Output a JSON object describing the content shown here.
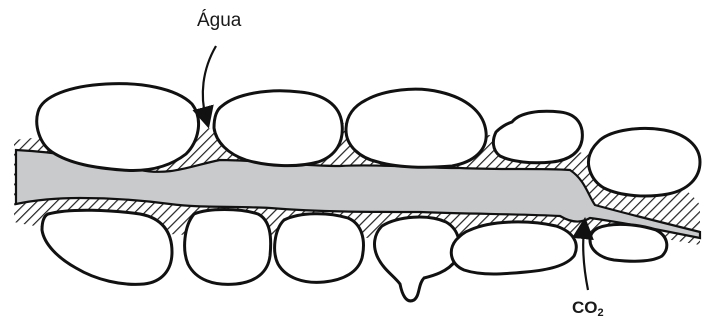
{
  "labels": {
    "water": "Água",
    "co2_main": "CO",
    "co2_sub": "2"
  },
  "colors": {
    "grain_fill": "#ffffff",
    "grain_stroke": "#111111",
    "water_hatch": "#222222",
    "co2_fill": "#c9cacc",
    "background": "#ffffff"
  }
}
